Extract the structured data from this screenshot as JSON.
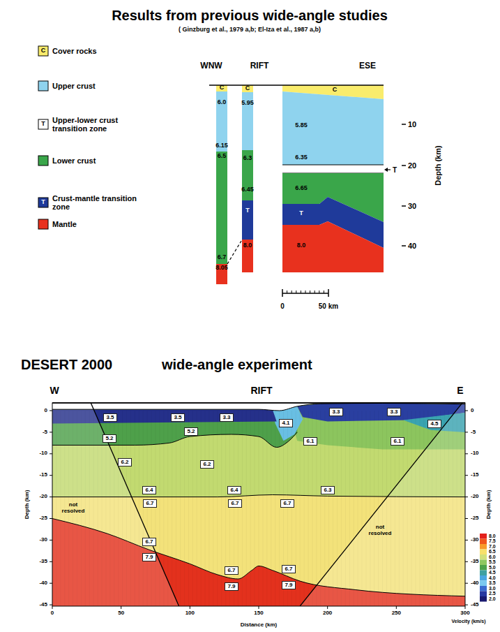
{
  "diagram": {
    "title": "Results from previous wide-angle studies",
    "nodes": [
      {
        "text": [
          "3.5"
        ]
      },
      {
        "text": [
          "3.5"
        ]
      },
      {
        "text": [
          "3.3"
        ]
      },
      {
        "text": [
          "4.1"
        ]
      },
      {
        "text": [
          "3.3"
        ]
      },
      {
        "text": [
          "3.3"
        ]
      },
      {
        "text": [
          "4.5"
        ]
      },
      {
        "text": [
          "5.2"
        ]
      },
      {
        "text": [
          "5.2"
        ]
      },
      {
        "text": [
          "6.1"
        ]
      },
      {
        "text": [
          "6.1"
        ]
      },
      {
        "text": [
          "6.2"
        ]
      },
      {
        "text": [
          "6.2"
        ]
      },
      {
        "text": [
          "6.4"
        ]
      },
      {
        "text": [
          "6.4"
        ]
      },
      {
        "text": [
          "6.3"
        ]
      },
      {
        "text": [
          "6.7"
        ]
      },
      {
        "text": [
          "6.7"
        ]
      },
      {
        "text": [
          "6.7"
        ]
      },
      {
        "text": [
          "6.7"
        ]
      },
      {
        "text": [
          "7.9"
        ]
      },
      {
        "text": [
          "6.7"
        ]
      },
      {
        "text": [
          "7.9"
        ]
      },
      {
        "text": [
          "6.7"
        ]
      },
      {
        "text": [
          "7.9"
        ]
      }
    ],
    "labels": [
      "( Ginzburg et al., 1979 a,b; El-Iza et al., 1987 a,b)",
      "WNW",
      "RIFT",
      "ESE",
      "C",
      "6.0",
      "6.15",
      "6.5",
      "6.7",
      "8.05",
      "C",
      "5.95",
      "6.3",
      "6.45",
      "T",
      "8.0",
      "C",
      "5.85",
      "6.35",
      "T",
      "6.65",
      "T",
      "8.0",
      "10",
      "20",
      "30",
      "40",
      "Depth (km)",
      "0",
      "50 km",
      "C",
      "T",
      "T",
      "DESERT 2000",
      "wide-angle experiment",
      "W",
      "RIFT",
      "E",
      "not resolved",
      "not resolved",
      "0",
      "-5",
      "-10",
      "-15",
      "-20",
      "-25",
      "-30",
      "-35",
      "-40",
      "-45",
      "0",
      "-5",
      "-10",
      "-15",
      "-20",
      "-25",
      "-30",
      "-35",
      "-40",
      "-45",
      "0",
      "50",
      "100",
      "150",
      "200",
      "250",
      "300",
      "Depth (km)",
      "Depth (km)",
      "Distance (km)",
      "Velocity (km/s)"
    ],
    "legend": [
      {
        "text": "Cover rocks",
        "color": "#f9ec6c"
      },
      {
        "text": "Upper crust",
        "color": "#8fd3ee"
      },
      {
        "text": "Upper-lower crust transition zone",
        "color": "#ffffff"
      },
      {
        "text": "Lower crust",
        "color": "#3aa64a"
      },
      {
        "text": "Crust-mantle transition zone",
        "color": "#1f3a9a"
      },
      {
        "text": "Mantle",
        "color": "#e8311e"
      },
      {
        "text": "8.0",
        "color": "#e3201b"
      },
      {
        "text": "7.5",
        "color": "#f0561c"
      },
      {
        "text": "7.0",
        "color": "#f89a2a"
      },
      {
        "text": "6.5",
        "color": "#f7e06a"
      },
      {
        "text": "6.0",
        "color": "#d2e07a"
      },
      {
        "text": "5.5",
        "color": "#8fc860"
      },
      {
        "text": "5.0",
        "color": "#4ea24a"
      },
      {
        "text": "4.5",
        "color": "#3fa0a0"
      },
      {
        "text": "4.0",
        "color": "#4aa6e0"
      },
      {
        "text": "3.5",
        "color": "#7ac8f0"
      },
      {
        "text": "3.0",
        "color": "#3a6ad0"
      },
      {
        "text": "2.5",
        "color": "#2838a0"
      },
      {
        "text": "2.0",
        "color": "#1a1a70"
      }
    ]
  }
}
